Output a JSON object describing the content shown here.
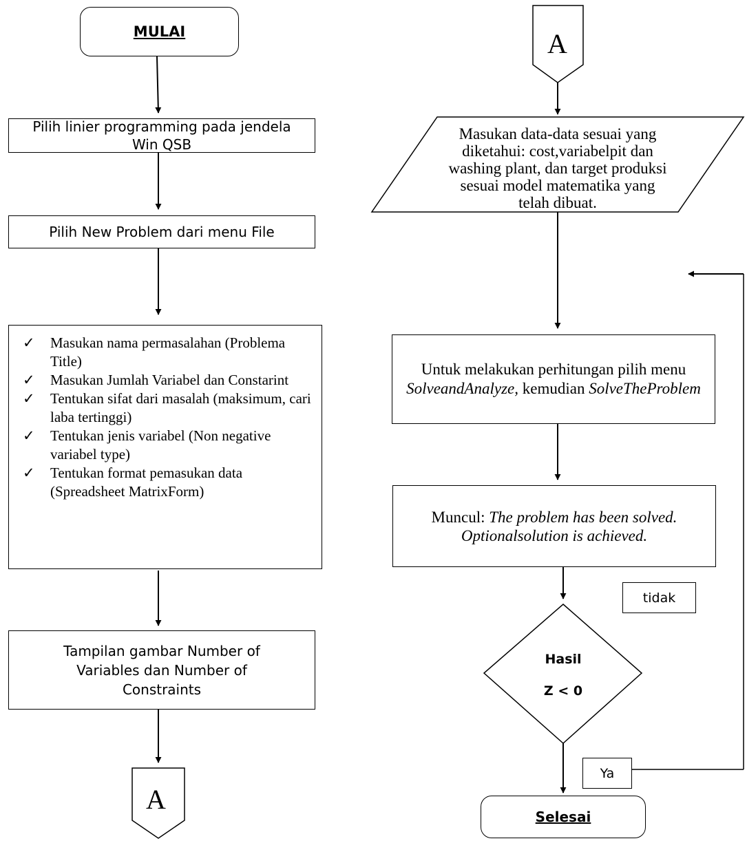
{
  "left": {
    "start": "MULAI",
    "step1": "Pilih linier programming pada jendela Win QSB",
    "step2": "Pilih New Problem dari menu File",
    "checklist": [
      "Masukan nama permasalahan (Problema Title)",
      "Masukan Jumlah Variabel dan Constarint",
      "Tentukan sifat dari masalah (maksimum, cari laba tertinggi)",
      "Tentukan jenis  variabel (Non negative variabel type)",
      "Tentukan format pemasukan data (Spreadsheet MatrixForm)"
    ],
    "check_mark": "✓",
    "step3": "Tampilan gambar Number of Variables dan Number of Constraints",
    "connector": "A"
  },
  "right": {
    "connector": "A",
    "input": "Masukan data-data sesuai yang diketahui: cost,variabelpit dan washing plant, dan target produksi sesuai model matematika yang telah dibuat.",
    "process_prefix": "Untuk melakukan perhitungan pilih menu ",
    "process_menu1": "SolveandAnalyze,",
    "process_mid": " kemudian ",
    "process_menu2": "SolveTheProblem",
    "result_prefix": "Muncul: ",
    "result_message": "The problem has been solved. Optionalsolution is achieved.",
    "decision_line1": "Hasil",
    "decision_line2": "Z < 0",
    "no_label": "tidak",
    "yes_label": "Ya",
    "end": "Selesai"
  }
}
